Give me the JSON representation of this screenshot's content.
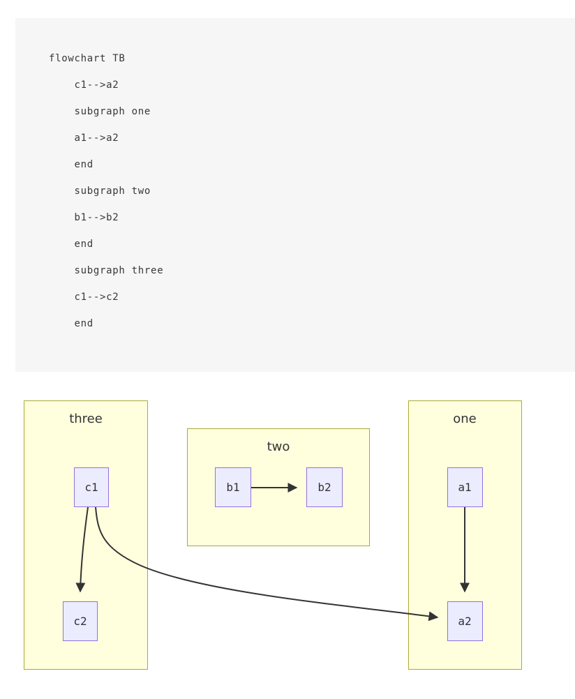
{
  "code": {
    "lines": [
      "flowchart TB",
      "    c1-->a2",
      "    subgraph one",
      "    a1-->a2",
      "    end",
      "    subgraph two",
      "    b1-->b2",
      "    end",
      "    subgraph three",
      "    c1-->c2",
      "    end"
    ]
  },
  "diagram": {
    "direction": "TB",
    "colors": {
      "cluster_fill": "#ffffde",
      "cluster_stroke": "#aaaa33",
      "node_fill": "#ececff",
      "node_stroke": "#9370db",
      "edge": "#333333"
    },
    "subgraphs": [
      {
        "id": "three",
        "label": "three",
        "nodes": [
          "c1",
          "c2"
        ]
      },
      {
        "id": "two",
        "label": "two",
        "nodes": [
          "b1",
          "b2"
        ]
      },
      {
        "id": "one",
        "label": "one",
        "nodes": [
          "a1",
          "a2"
        ]
      }
    ],
    "nodes": [
      {
        "id": "c1",
        "label": "c1"
      },
      {
        "id": "c2",
        "label": "c2"
      },
      {
        "id": "b1",
        "label": "b1"
      },
      {
        "id": "b2",
        "label": "b2"
      },
      {
        "id": "a1",
        "label": "a1"
      },
      {
        "id": "a2",
        "label": "a2"
      }
    ],
    "edges": [
      {
        "from": "c1",
        "to": "a2"
      },
      {
        "from": "a1",
        "to": "a2"
      },
      {
        "from": "b1",
        "to": "b2"
      },
      {
        "from": "c1",
        "to": "c2"
      }
    ]
  }
}
